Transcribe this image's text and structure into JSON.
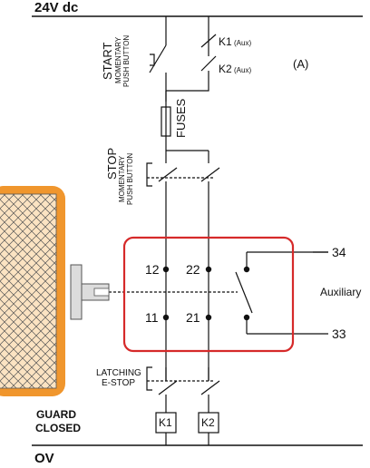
{
  "rails": {
    "top": "24V dc",
    "bottom": "OV"
  },
  "start_button": {
    "title": "START",
    "sub1": "MOMENTARY",
    "sub2": "PUSH BUTTON"
  },
  "aux_contacts": {
    "k1": "K1",
    "k1_tag": "(Aux)",
    "k2": "K2",
    "k2_tag": "(Aux)"
  },
  "circuit_label": "(A)",
  "fuses_label": "FUSES",
  "stop_button": {
    "title": "STOP",
    "sub1": "MOMENTARY",
    "sub2": "PUSH BUTTON"
  },
  "switch": {
    "contact_12": "12",
    "contact_22": "22",
    "contact_11": "11",
    "contact_21": "21",
    "contact_34": "34",
    "contact_33": "33",
    "aux_label": "Auxiliary"
  },
  "latching": {
    "line1": "LATCHING",
    "line2": "E-STOP"
  },
  "guard": {
    "line1": "GUARD",
    "line2": "CLOSED"
  },
  "coils": {
    "k1": "K1",
    "k2": "K2"
  },
  "colors": {
    "guard_frame": "#F0962D",
    "guard_mesh": "#FBE3C2",
    "switch_box": "#D62A2A",
    "wire": "#111111"
  }
}
